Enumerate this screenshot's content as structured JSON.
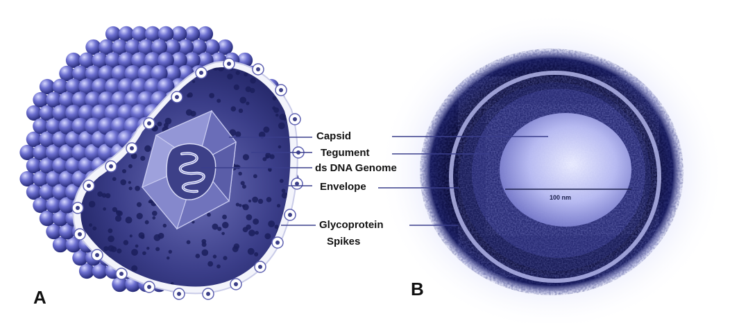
{
  "panels": {
    "left": "A",
    "right": "B"
  },
  "labels": {
    "capsid": "Capsid",
    "tegument": "Tegument",
    "genome": "ds DNA Genome",
    "envelope": "Envelope",
    "glyco_line1": "Glycoprotein",
    "glyco_line2": "Spikes"
  },
  "scale_bar": "100 nm",
  "colors": {
    "sphere": "#5c5fc8",
    "sphere_dark": "#23266e",
    "membrane": "#f4f4fb",
    "interior": "#2a2e7a",
    "capsid": "#6a6db4",
    "micrograph_dark": "#0b0c3a",
    "micrograph_light": "#d9dbff",
    "leader": "#3a3e8c"
  }
}
